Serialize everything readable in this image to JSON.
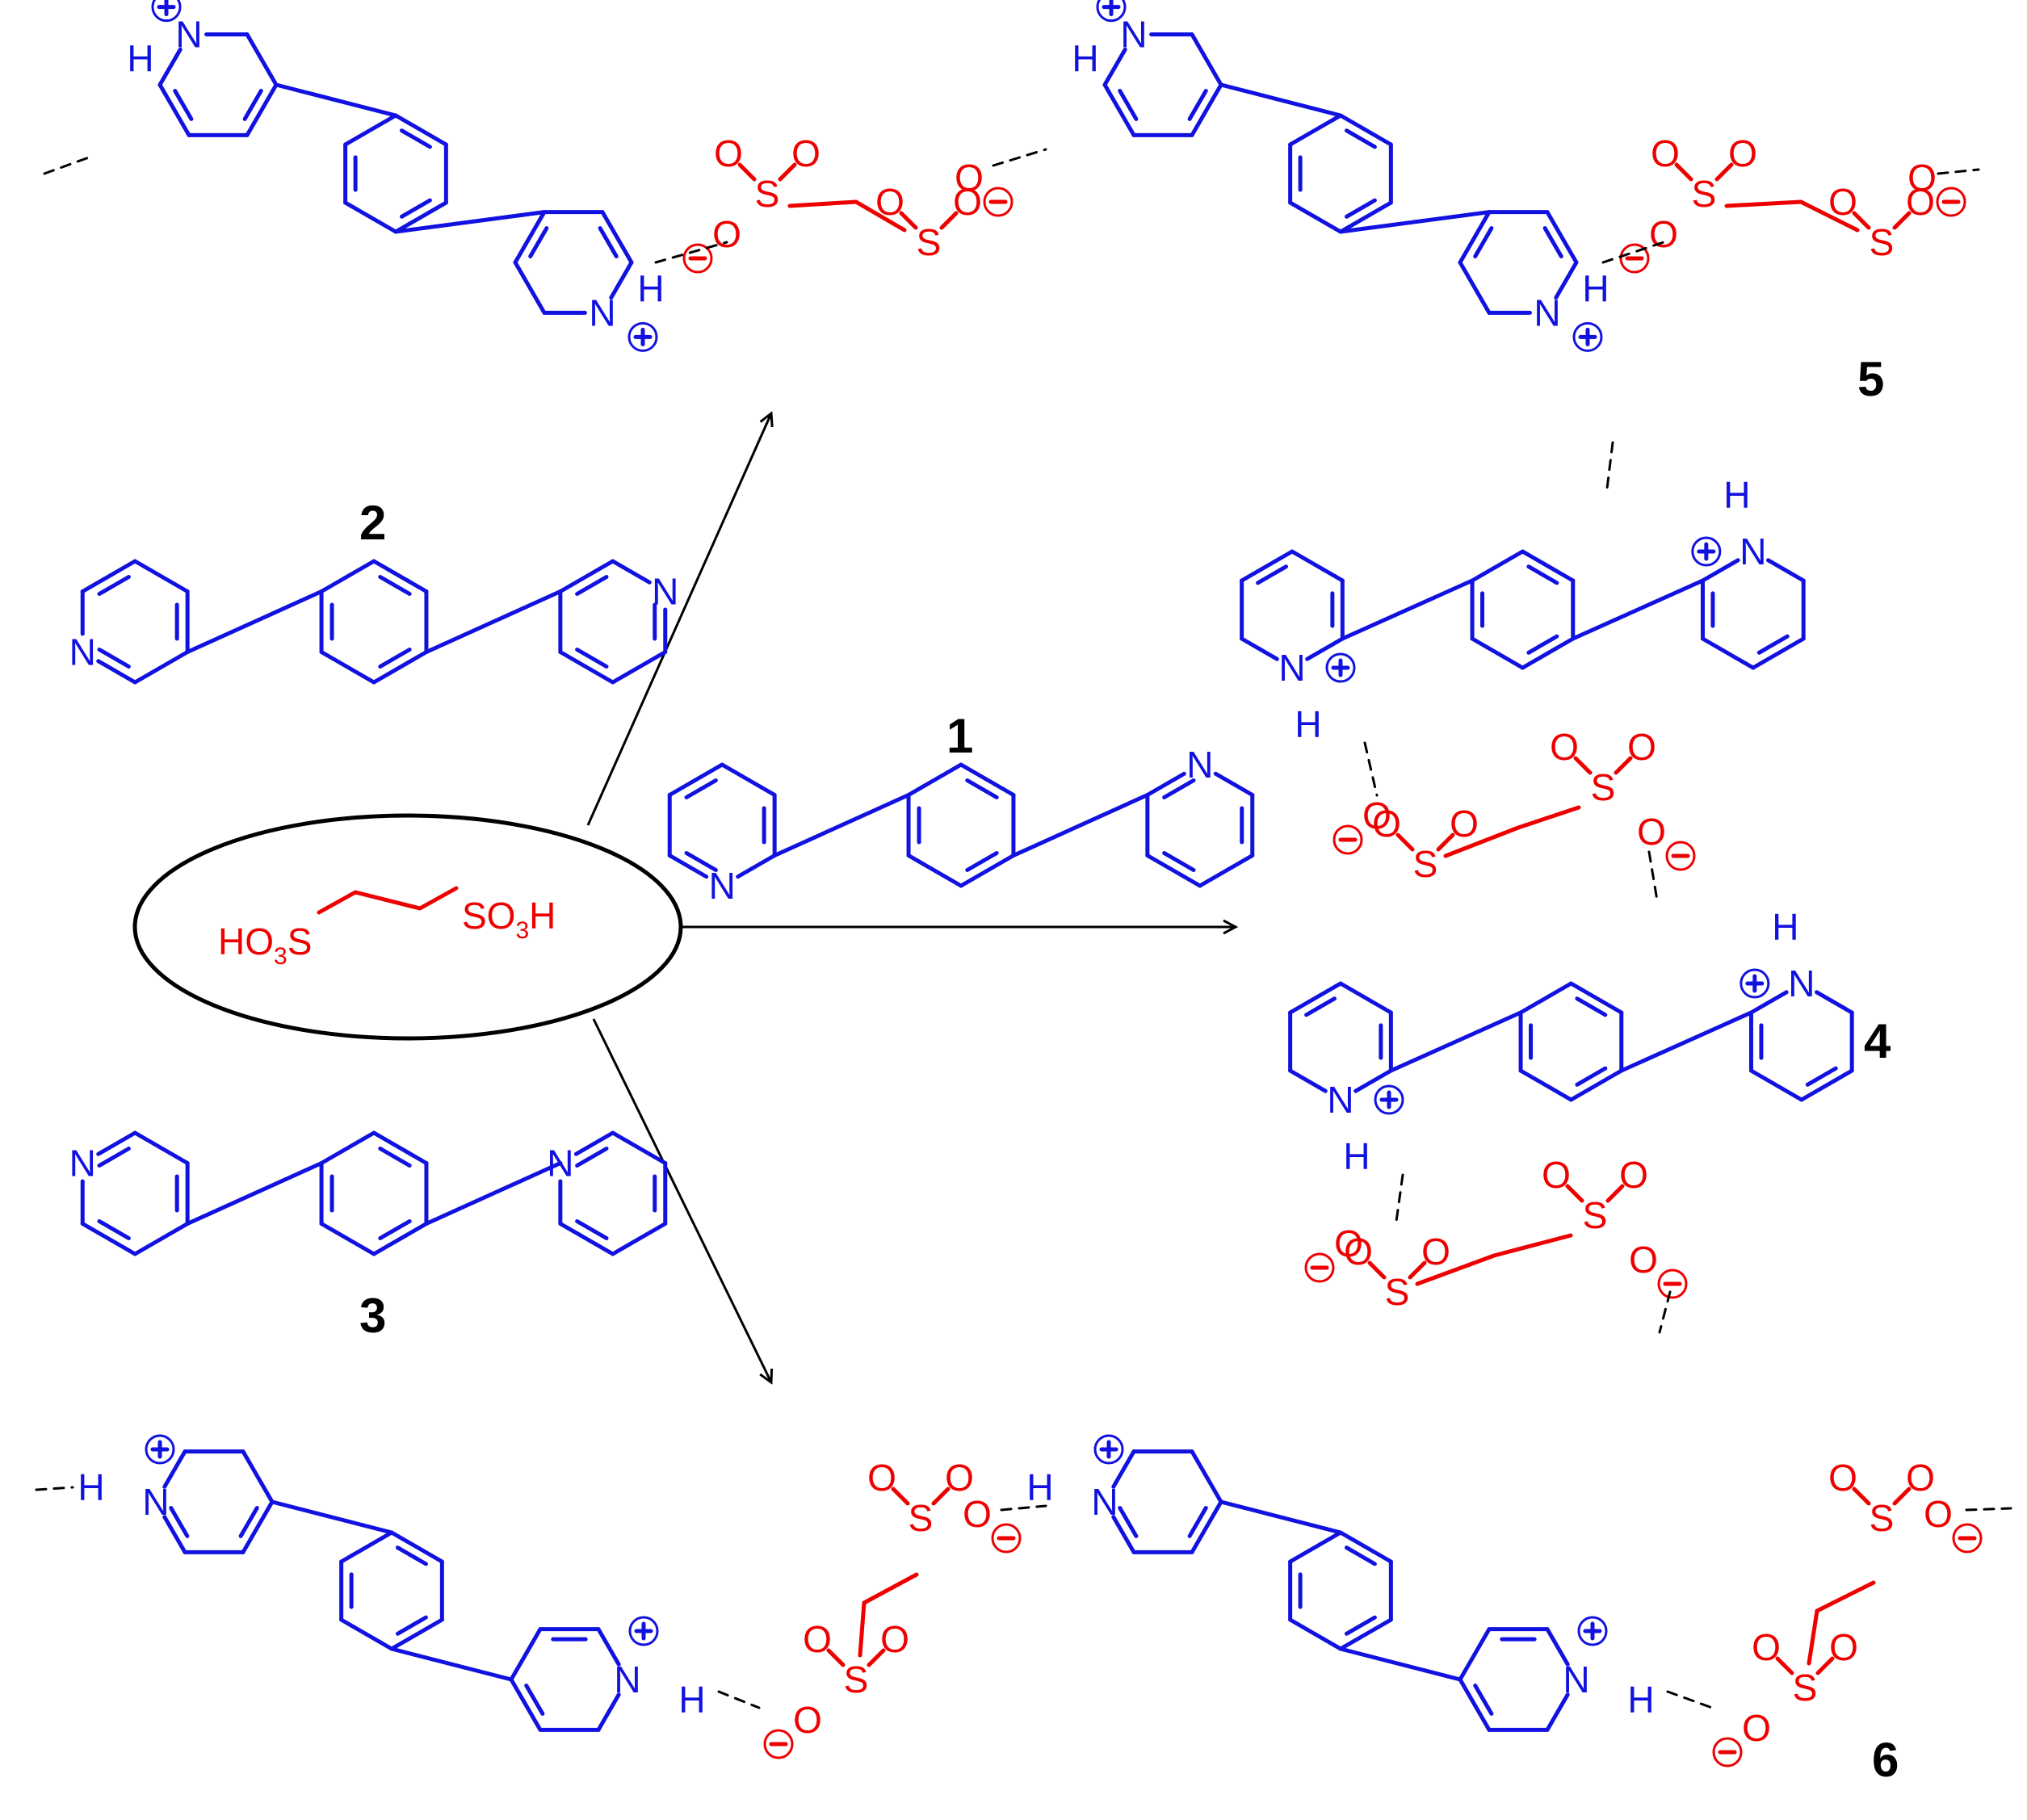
{
  "colors": {
    "cation": "#1212e0",
    "anion": "#ee0000",
    "arrow": "#000000",
    "hbond": "#000000"
  },
  "reagent": {
    "formula_left": "HO",
    "formula_left_sub": "3",
    "formula_left_tail": "S",
    "formula_right": "SO",
    "formula_right_sub": "3",
    "formula_right_tail": "H"
  },
  "compounds": {
    "1": {
      "label": "1",
      "ligand": "1,4-bis(2-pyridyl)benzene"
    },
    "2": {
      "label": "2",
      "ligand": "1,4-bis(3-pyridyl)benzene"
    },
    "3": {
      "label": "3",
      "ligand": "1,4-bis(4-pyridyl)benzene"
    },
    "4": {
      "label": "4",
      "arrangement": "dimeric"
    },
    "5": {
      "label": "5",
      "arrangement": "chain"
    },
    "6": {
      "label": "6",
      "arrangement": "chain"
    }
  },
  "atoms": {
    "N": "N",
    "H": "H",
    "O": "O",
    "S": "S",
    "plus": "+",
    "minus": "−"
  }
}
